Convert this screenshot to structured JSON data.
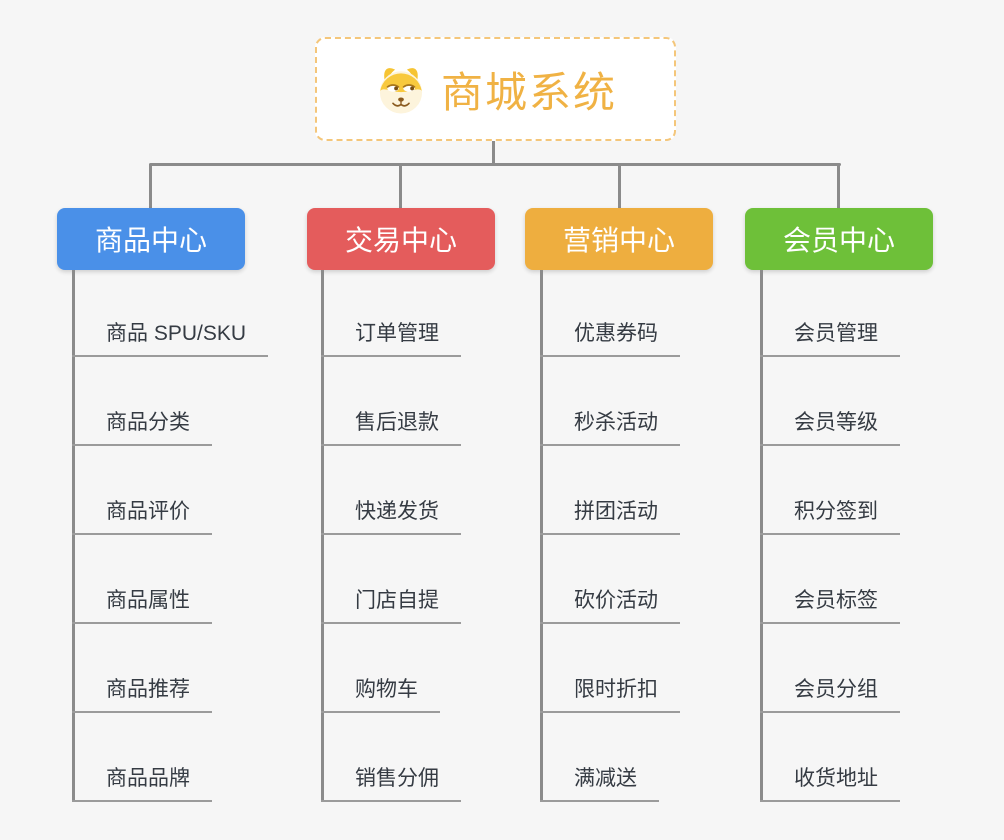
{
  "diagram": {
    "root": {
      "title": "商城系统",
      "icon": "dog-face-icon",
      "title_color": "#f0b244",
      "border_color": "#f4c67a"
    },
    "colors": {
      "background": "#f6f6f6",
      "connector": "#8b8b8b",
      "underline": "#9b9b9b",
      "leaf_text": "#353b43"
    },
    "branches": [
      {
        "label": "商品中心",
        "color": "#4a90e8",
        "children": [
          "商品 SPU/SKU",
          "商品分类",
          "商品评价",
          "商品属性",
          "商品推荐",
          "商品品牌"
        ]
      },
      {
        "label": "交易中心",
        "color": "#e45c5c",
        "children": [
          "订单管理",
          "售后退款",
          "快递发货",
          "门店自提",
          "购物车",
          "销售分佣"
        ]
      },
      {
        "label": "营销中心",
        "color": "#eeae3f",
        "children": [
          "优惠券码",
          "秒杀活动",
          "拼团活动",
          "砍价活动",
          "限时折扣",
          "满减送"
        ]
      },
      {
        "label": "会员中心",
        "color": "#6ec039",
        "children": [
          "会员管理",
          "会员等级",
          "积分签到",
          "会员标签",
          "会员分组",
          "收货地址"
        ]
      }
    ]
  }
}
